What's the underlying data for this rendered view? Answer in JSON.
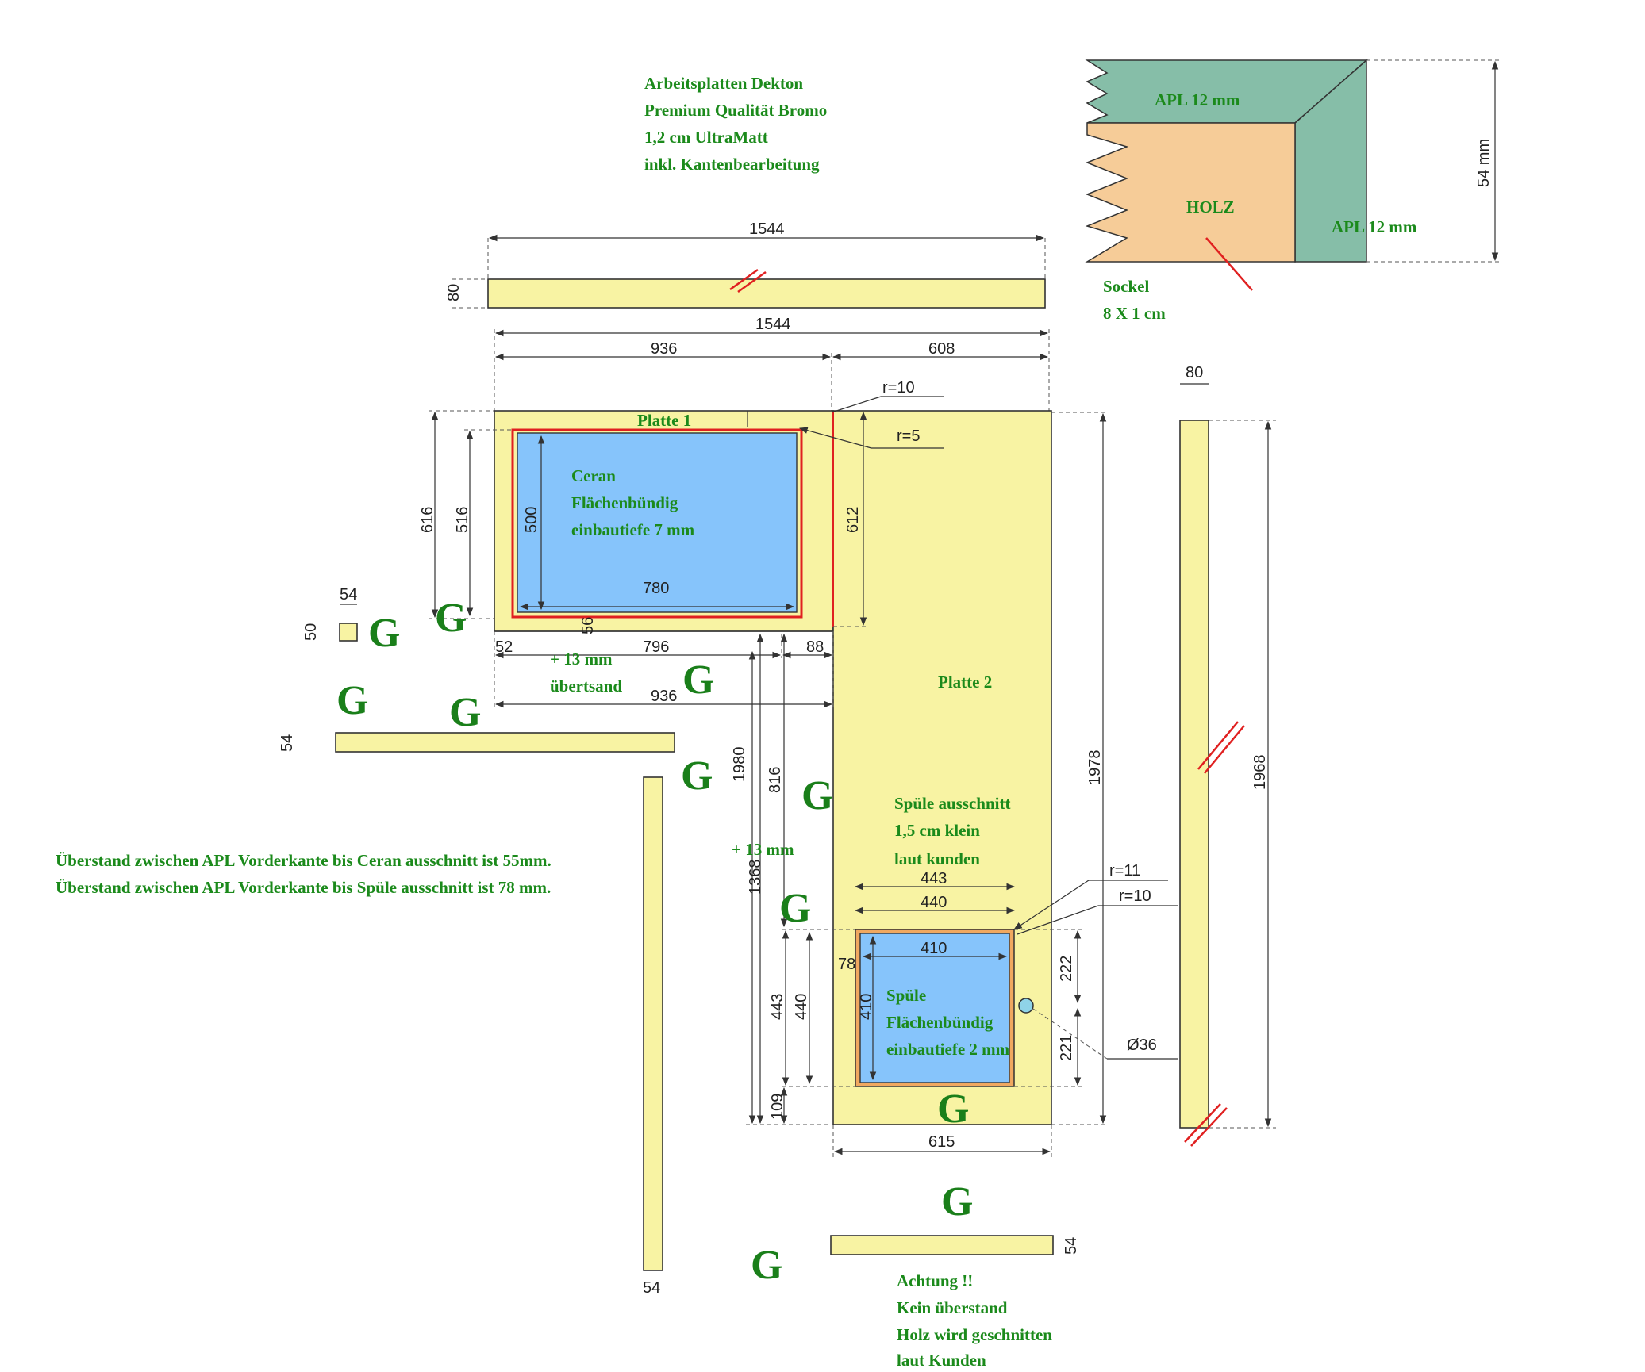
{
  "header_note": [
    "Arbeitsplatten Dekton",
    "Premium Qualität Bromo",
    "1,2 cm UltraMatt",
    "inkl. Kantenbearbeitung"
  ],
  "section_detail": {
    "apl_top": "APL 12 mm",
    "apl_side": "APL 12 mm",
    "holz": "HOLZ",
    "height": "54 mm",
    "sockel": [
      "Sockel",
      "8 X 1 cm"
    ],
    "colors": {
      "apl": "#86bea8",
      "holz": "#f6cc98"
    }
  },
  "platte1": {
    "label": "Platte 1",
    "cutout_lines": [
      "Ceran",
      "Flächenbündig",
      "einbautiefe 7 mm"
    ],
    "overhang_lines": [
      "+ 13 mm",
      "übertsand"
    ]
  },
  "platte2": {
    "label": "Platte 2",
    "sink_note": [
      "Spüle ausschnitt",
      "1,5 cm klein",
      "laut kunden"
    ],
    "sink_lines": [
      "Spüle",
      "Flächenbündig",
      "einbautiefe 2 mm"
    ],
    "overhang": "+ 13 mm"
  },
  "dimensions": {
    "strip_top_len": "1544",
    "strip_top_h": "80",
    "total_len": "1544",
    "p1_len": "936",
    "p2_len": "608",
    "r10_a": "r=10",
    "r5": "r=5",
    "h616": "616",
    "h516": "516",
    "h500": "500",
    "h612": "612",
    "w780": "780",
    "w796": "796",
    "w88": "88",
    "w52": "52",
    "w56": "56",
    "w936b": "936",
    "piece_w54": "54",
    "piece_h50": "50",
    "strip_left_h": "54",
    "strip_vert_h": "54",
    "strip_bottom_h": "54",
    "v1980": "1980",
    "v816": "816",
    "v1368": "1368",
    "v1978": "1978",
    "side_w80": "80",
    "side_1968": "1968",
    "w443": "443",
    "w440": "440",
    "w410": "410",
    "v78": "78",
    "v443": "443",
    "v440": "440",
    "v410": "410",
    "v109": "109",
    "v222": "222",
    "v221": "221",
    "d36": "Ø36",
    "r11": "r=11",
    "r10_b": "r=10",
    "w615": "615"
  },
  "overhang_note": [
    "Überstand zwischen APL Vorderkante bis Ceran ausschnitt ist 55mm.",
    "Überstand zwischen APL Vorderkante bis Spüle ausschnitt ist 78 mm."
  ],
  "warning_note": [
    "Achtung !!",
    "Kein überstand",
    "Holz wird geschnitten",
    "laut Kunden"
  ],
  "edge_mark": "G",
  "colors": {
    "part": "#f8f3a3",
    "cutout": "#86c4fb",
    "text_green": "#1b8a1b",
    "outline_red": "#e02020"
  }
}
